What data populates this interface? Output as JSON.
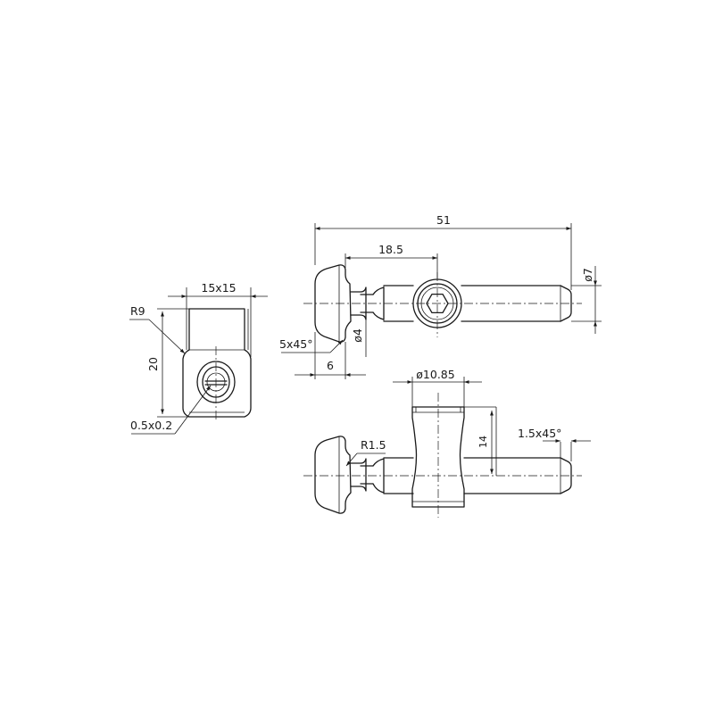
{
  "dimensions": {
    "overall_length": "51",
    "shoulder_to_hole": "18.5",
    "pin_diameter": "ø7",
    "neck_diameter": "ø4",
    "head_chamfer": "5x45°",
    "head_thickness": "6",
    "hole_diameter": "ø10.85",
    "block_height": "14",
    "pin_chamfer": "1.5x45°",
    "block_section": "15x15",
    "corner_radius": "R9",
    "block_length": "20",
    "slot_size": "0.5x0.2",
    "fillet_radius": "R1.5"
  }
}
